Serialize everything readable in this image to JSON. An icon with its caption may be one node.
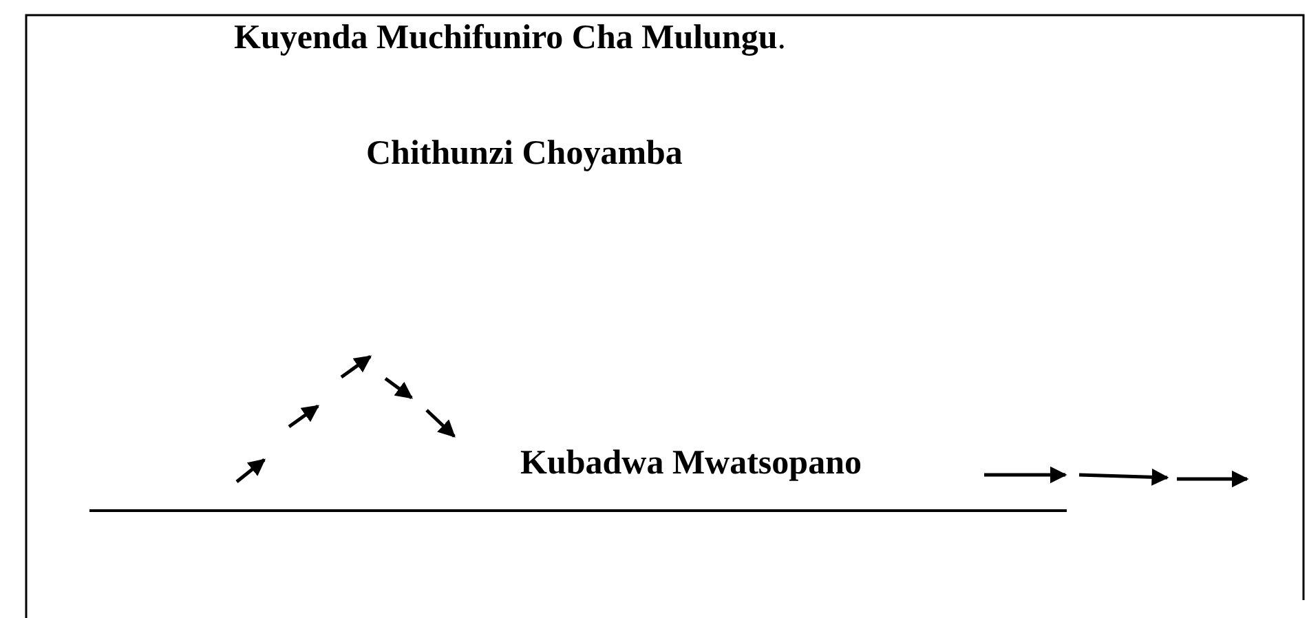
{
  "diagram": {
    "title": "**Kuyenda Muchifuniro Cha Mulungu**.",
    "labels": [
      "Chithunzi Choyamba",
      "Kubadwa Mwatsopano"
    ]
  }
}
